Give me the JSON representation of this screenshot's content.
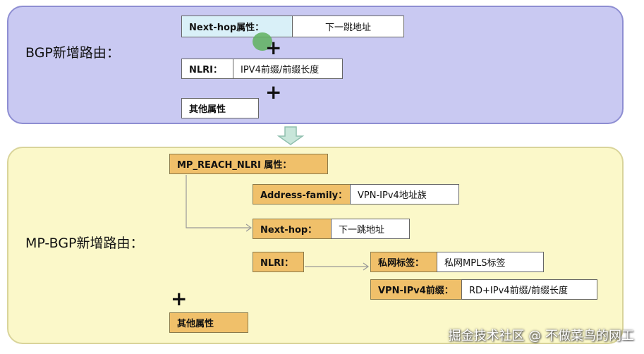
{
  "bgp": {
    "title": "BGP新增路由：",
    "next_hop_label": "Next-hop属性：",
    "next_hop_value": "下一跳地址",
    "nlri_label": "NLRI：",
    "nlri_value": "IPV4前缀/前缀长度",
    "other_attrs": "其他属性",
    "plus": "+"
  },
  "mpbgp": {
    "title": "MP-BGP新增路由：",
    "mp_reach": "MP_REACH_NLRI 属性：",
    "address_family_label": "Address-family：",
    "address_family_value": "VPN-IPv4地址族",
    "next_hop_label": "Next-hop：",
    "next_hop_value": "下一跳地址",
    "nlri_label": "NLRI：",
    "private_label_label": "私网标签：",
    "private_label_value": "私网MPLS标签",
    "vpn_prefix_label": "VPN-IPv4前缀：",
    "vpn_prefix_value": "RD+IPv4前缀/前缀长度",
    "other_attrs": "其他属性",
    "plus": "+"
  },
  "watermark": "掘金技术社区 @ 不做菜鸟的网工",
  "colors": {
    "top_panel": "#c9c9f2",
    "bottom_panel": "#fbf8c9",
    "orange_box": "#f0c06a",
    "arrow": "#a9d4c4"
  }
}
